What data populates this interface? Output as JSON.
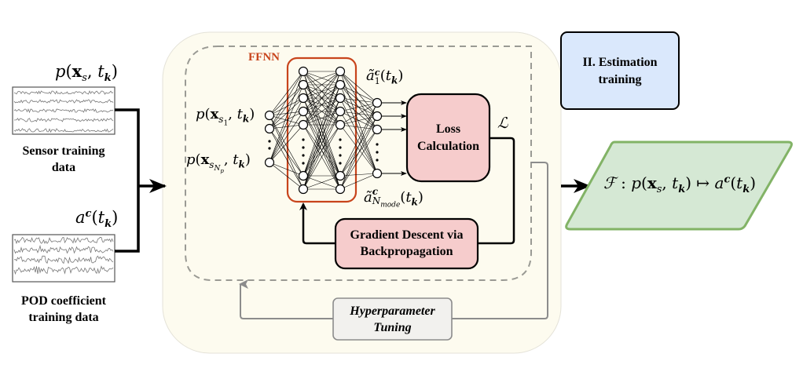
{
  "colors": {
    "panel_bg": "#fdfbef",
    "panel_border": "#e4e2d8",
    "dashed": "#9a9a94",
    "ffnn": "#c8441c",
    "loss_fill": "#f6cccc",
    "estimation_fill": "#dae8fc",
    "output_fill": "#d5e8d4",
    "output_stroke": "#82b366",
    "hyper_fill": "#f2f1ee",
    "hyper_stroke": "#8c8c8c",
    "black": "#000000"
  },
  "inputs": {
    "sensor": {
      "symbol_func": "p",
      "symbol_bold": "x",
      "symbol_sub": "s",
      "symbol_time": "t",
      "symbol_time_sub": "k",
      "label_line1": "Sensor training",
      "label_line2": "data"
    },
    "pod": {
      "symbol_func": "a",
      "symbol_sup": "c",
      "symbol_time": "t",
      "symbol_time_sub": "k",
      "label_line1": "POD coefficient",
      "label_line2": "training data"
    }
  },
  "network": {
    "title": "FFNN",
    "input_first": {
      "func": "p",
      "bold": "x",
      "sub": "s",
      "subsub": "1",
      "time": "t",
      "time_sub": "k"
    },
    "input_last": {
      "func": "p",
      "bold": "x",
      "sub": "s",
      "subsub": "N",
      "subsubsub": "p",
      "time": "t",
      "time_sub": "k"
    },
    "output_first": {
      "func": "ã",
      "sup": "c",
      "sub": "1",
      "time": "t",
      "time_sub": "k"
    },
    "output_last": {
      "func": "ã",
      "sup": "c",
      "sub": "N",
      "subsub": "mode",
      "time": "t",
      "time_sub": "k"
    }
  },
  "loss_box": {
    "line1": "Loss",
    "line2": "Calculation",
    "symbol": "ℒ"
  },
  "gradient_box": {
    "line1": "Gradient Descent via",
    "line2": "Backpropagation"
  },
  "hyper_box": {
    "line1": "Hyperparameter",
    "line2": "Tuning"
  },
  "estimation_box": {
    "line1": "II. Estimation",
    "line2": "training"
  },
  "output_box": {
    "F": "ℱ",
    "colon": " : ",
    "func": "p",
    "bold": "x",
    "sub": "s",
    "time": "t",
    "time_sub": "k",
    "maps": " ↦ ",
    "out_func": "a",
    "out_sup": "c"
  }
}
